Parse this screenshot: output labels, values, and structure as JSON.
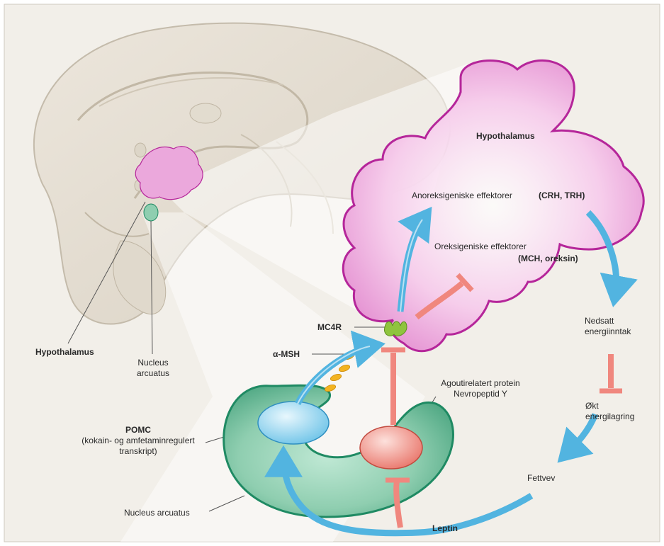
{
  "labels": {
    "hypothalamus_box": "Hypothalamus",
    "anorexigenic_1": "Anoreksigeniske effektorer",
    "anorexigenic_2": "(CRH, TRH)",
    "orexigenic_1": "Oreksigeniske effektorer",
    "orexigenic_2": "(MCH, oreksin)",
    "mc4r": "MC4R",
    "amsh": "α-MSH",
    "hypothalamus_left": "Hypothalamus",
    "nucleus_top_1": "Nucleus",
    "nucleus_top_2": "arcuatus",
    "agouti_1": "Agoutirelatert protein",
    "agouti_2": "Nevropeptid Y",
    "pomc_1": "POMC",
    "pomc_2": "(kokain- og amfetaminregulert",
    "pomc_3": "transkript)",
    "nucleus_bottom": "Nucleus arcuatus",
    "reduced_1": "Nedsatt",
    "reduced_2": "energiinntak",
    "increased_1": "Økt",
    "increased_2": "energilagring",
    "fat": "Fettvev",
    "leptin": "Leptin"
  },
  "colors": {
    "hypothalamus_fill": "#f3c3e8",
    "hypothalamus_stroke": "#b5269a",
    "nucleus_fill": "#8fceb0",
    "nucleus_stroke": "#1f8a63",
    "pomc_fill": "#9cd6ee",
    "agrp_fill": "#f2968b",
    "stimulate_arrow": "#52b4e0",
    "inhibit_arrow": "#f0877e",
    "mc4r": "#8fc43e",
    "amsh": "#f3b320"
  }
}
